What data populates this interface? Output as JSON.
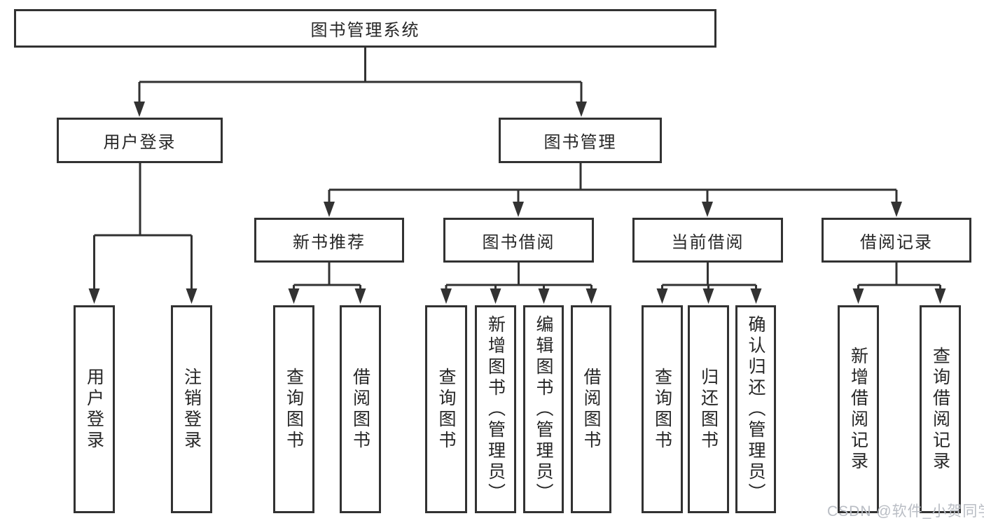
{
  "tree": {
    "root": "图书管理系统",
    "branches": [
      {
        "label": "用户登录",
        "children": [
          "用户登录",
          "注销登录"
        ]
      },
      {
        "label": "图书管理",
        "children": [
          {
            "label": "新书推荐",
            "children": [
              "查询图书",
              "借阅图书"
            ]
          },
          {
            "label": "图书借阅",
            "children": [
              "查询图书",
              "新增图书（管理员）",
              "编辑图书（管理员）",
              "借阅图书"
            ]
          },
          {
            "label": "当前借阅",
            "children": [
              "查询图书",
              "归还图书",
              "确认归还（管理员）"
            ]
          },
          {
            "label": "借阅记录",
            "children": [
              "新增借阅记录",
              "查询借阅记录"
            ]
          }
        ]
      }
    ]
  },
  "watermark": {
    "text": "CSDN @软件_小贺同学"
  },
  "colors": {
    "line": "#323232",
    "text": "#262626",
    "watermark_text": "#b9bdc4",
    "background": "#ffffff"
  }
}
